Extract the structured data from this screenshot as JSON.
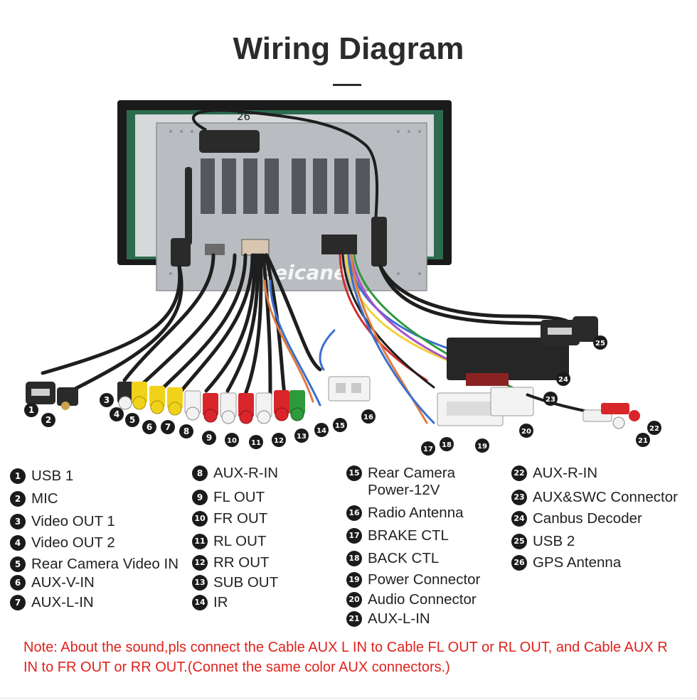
{
  "title": "Wiring Diagram",
  "watermark": "Seicane",
  "callout_26": "26",
  "callouts": [
    "1",
    "2",
    "3",
    "4",
    "5",
    "6",
    "7",
    "8",
    "9",
    "10",
    "11",
    "12",
    "13",
    "14",
    "15",
    "16",
    "17",
    "18",
    "19",
    "20",
    "21",
    "22",
    "23",
    "24",
    "25"
  ],
  "legend": [
    {
      "num": "1",
      "label": "USB 1"
    },
    {
      "num": "2",
      "label": "MIC"
    },
    {
      "num": "3",
      "label": "Video OUT 1"
    },
    {
      "num": "4",
      "label": "Video OUT 2"
    },
    {
      "num": "5",
      "label": "Rear Camera Video IN"
    },
    {
      "num": "6",
      "label": "AUX-V-IN"
    },
    {
      "num": "7",
      "label": "AUX-L-IN"
    },
    {
      "num": "8",
      "label": "AUX-R-IN"
    },
    {
      "num": "9",
      "label": "FL OUT"
    },
    {
      "num": "10",
      "label": "FR OUT"
    },
    {
      "num": "11",
      "label": "RL OUT"
    },
    {
      "num": "12",
      "label": "RR OUT"
    },
    {
      "num": "13",
      "label": "SUB OUT"
    },
    {
      "num": "14",
      "label": "IR"
    },
    {
      "num": "15",
      "label": "Rear Camera\nPower-12V"
    },
    {
      "num": "16",
      "label": "Radio Antenna"
    },
    {
      "num": "17",
      "label": "BRAKE CTL"
    },
    {
      "num": "18",
      "label": "BACK CTL"
    },
    {
      "num": "19",
      "label": "Power Connector"
    },
    {
      "num": "20",
      "label": "Audio Connector"
    },
    {
      "num": "21",
      "label": "AUX-L-IN"
    },
    {
      "num": "22",
      "label": "AUX-R-IN"
    },
    {
      "num": "23",
      "label": "AUX&SWC Connector"
    },
    {
      "num": "24",
      "label": "Canbus Decoder"
    },
    {
      "num": "25",
      "label": "USB 2"
    },
    {
      "num": "26",
      "label": "GPS Antenna"
    }
  ],
  "note": "Note: About the sound,pls connect the Cable AUX L IN to Cable FL OUT or RL OUT, and Cable AUX R IN to FR OUT or RR OUT.(Connet the same color AUX connectors.)",
  "colors": {
    "note_text": "#e0211b",
    "badge": "#1b1b1b",
    "rca_yellow": "#f1d21a",
    "rca_white": "#f2f2f2",
    "rca_red": "#d9262b",
    "rca_green": "#2f9a3c",
    "unit_metal": "#b9bcc0",
    "cable": "#1e1e1e"
  }
}
